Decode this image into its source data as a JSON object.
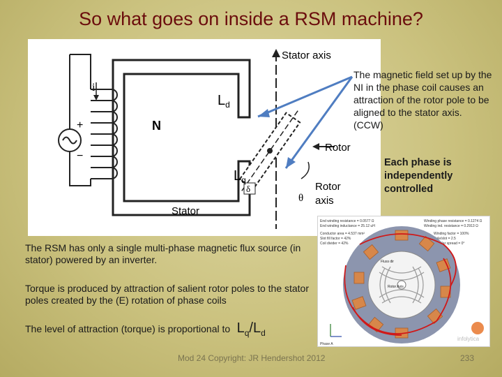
{
  "slide": {
    "title": "So what goes on inside a RSM machine?",
    "footer": "Mod 24 Copyright: JR Hendershot 2012",
    "page_number": "233"
  },
  "diagram": {
    "stator_axis": "Stator axis",
    "current": "i",
    "ni": "N",
    "rotor": "Rotor",
    "rotor_axis_1": "Rotor",
    "rotor_axis_2": "axis",
    "stator": "Stator",
    "theta": "θ",
    "delta": "δ",
    "plus": "+",
    "minus": "−",
    "ld_main": "L",
    "ld_sub": "d",
    "lq_main": "L",
    "lq_sub": "q"
  },
  "callout": "The magnetic field set up by the NI in the phase coil causes an attraction of the rotor pole to be aligned to the stator axis. (CCW)",
  "phase_note": "Each phase is independently controlled",
  "body": {
    "p1": "The RSM has only a single multi-phase magnetic flux source (in stator) powered by an inverter.",
    "p2": "Torque is produced by attraction of salient rotor poles to the stator poles created by the (E) rotation of phase coils",
    "p3": "The level of attraction (torque) is proportional to",
    "formula_l1": "L",
    "formula_sub1": "q",
    "formula_slash": "/",
    "formula_l2": "L",
    "formula_sub2": "d"
  },
  "simulation": {
    "params_left": [
      "End winding resistance = 0.0577 Ω",
      "End winding inductance = 25.12 uH",
      "Conductor area = 4.537 mm²",
      "Slot fill factor = 42%",
      "Coil divider = 42%"
    ],
    "params_right": [
      "Winding phase resistance = 0.1274 Ω",
      "Winding ind. resistance = 0.2913 Ω",
      "Winding factor = 100%",
      "Pole/slot = 2.5",
      "Angular spread = 0°"
    ],
    "rotor_label": "Rotor Axis",
    "stator_label": "Fluss dir",
    "phase_label": "Phase A",
    "brand": "infolytica",
    "colors": {
      "stator": "#8c95ae",
      "coil": "#d7874a",
      "flux": "#d01818",
      "rotor": "#f3f3f3"
    }
  }
}
